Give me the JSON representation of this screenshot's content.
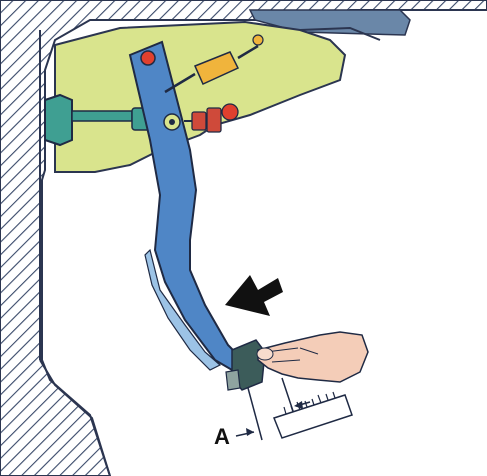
{
  "diagram": {
    "labels": {
      "dimension": "A"
    },
    "icons": {
      "wall": "hatched-bulkhead",
      "bracket": "pedal-bracket",
      "pedal": "brake-pedal-arm",
      "pad": "pedal-pad",
      "push": "push-direction-arrow",
      "hand": "hand-pressing-pedal",
      "ruler": "measuring-ruler",
      "servo": "brake-booster-pushrod",
      "switch": "brake-light-switch",
      "spring": "return-spring"
    },
    "colors": {
      "bracket": "#d9e48d",
      "pedal": "#4f86c6",
      "pedal_light": "#9cc3e6",
      "spring": "#f0b43c",
      "switch": "#cf4a3a",
      "pivot": "#e0402e",
      "servo": "#3f9f92",
      "hatch": "#3a4a6a",
      "hand": "#f4cdb8",
      "line": "#1f2a44"
    }
  }
}
